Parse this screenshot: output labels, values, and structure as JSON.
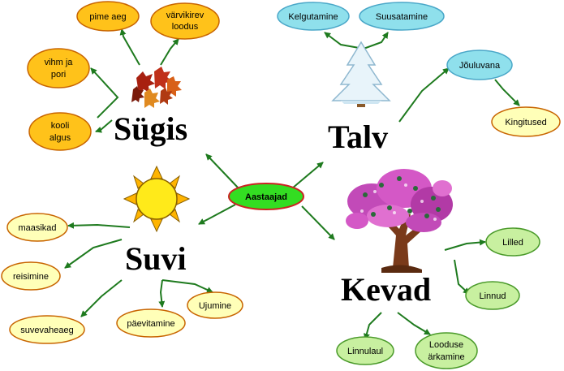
{
  "center": {
    "label": "Aastaajad",
    "color": "#33dd22",
    "stroke": "#cc2222"
  },
  "seasons": {
    "sugis": {
      "label": "Sügis"
    },
    "talv": {
      "label": "Talv"
    },
    "suvi": {
      "label": "Suvi"
    },
    "kevad": {
      "label": "Kevad"
    }
  },
  "nodes": {
    "pime_aeg": {
      "label": "pime aeg"
    },
    "varvikirev_1": {
      "label": "värvikirev"
    },
    "varvikirev_2": {
      "label": "loodus"
    },
    "vihm_1": {
      "label": "vihm ja"
    },
    "vihm_2": {
      "label": "pori"
    },
    "kooli_1": {
      "label": "kooli"
    },
    "kooli_2": {
      "label": "algus"
    },
    "kelgutamine": {
      "label": "Kelgutamine"
    },
    "suusatamine": {
      "label": "Suusatamine"
    },
    "jouluvana": {
      "label": "Jõuluvana"
    },
    "kingitused": {
      "label": "Kingitused"
    },
    "maasikad": {
      "label": "maasikad"
    },
    "reisimine": {
      "label": "reisimine"
    },
    "suvevaheaeg": {
      "label": "suvevaheaeg"
    },
    "paevitamine": {
      "label": "päevitamine"
    },
    "ujumine": {
      "label": "Ujumine"
    },
    "lilled": {
      "label": "Lilled"
    },
    "linnud": {
      "label": "Linnud"
    },
    "linnulaul": {
      "label": "Linnulaul"
    },
    "looduse_1": {
      "label": "Looduse"
    },
    "looduse_2": {
      "label": "ärkamine"
    }
  },
  "colors": {
    "autumn_oval": "#ffc21a",
    "autumn_stroke": "#c86400",
    "winter_oval": "#8fe0ec",
    "winter_stroke": "#4aa7c8",
    "summer_oval": "#ffffb8",
    "summer_stroke": "#c86400",
    "spring_oval": "#c8f0a0",
    "spring_stroke": "#4a9a2a",
    "arrow": "#1e7a1e"
  },
  "icons": {
    "leaves": "autumn-leaves-icon",
    "tree_winter": "snowy-tree-icon",
    "sun": "sun-icon",
    "tree_spring": "blossom-tree-icon"
  }
}
